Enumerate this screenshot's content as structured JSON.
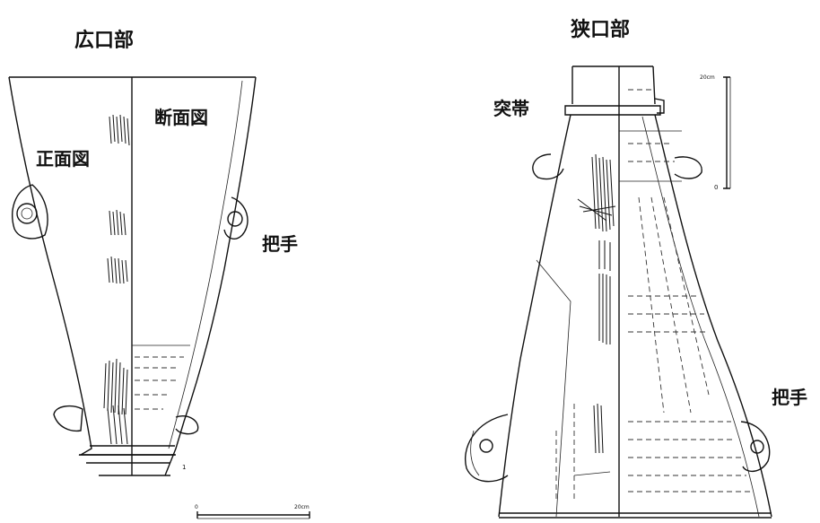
{
  "labels": {
    "wide_mouth": "広口部",
    "narrow_mouth": "狭口部",
    "section_view": "断面図",
    "front_view": "正面図",
    "handle_left": "把手",
    "handle_right": "把手",
    "raised_band": "突帯"
  },
  "scales": {
    "left_zero": "0",
    "left_max": "20cm",
    "right_zero": "0",
    "right_max": "20cm"
  },
  "marks": {
    "small_numeral": "1"
  }
}
